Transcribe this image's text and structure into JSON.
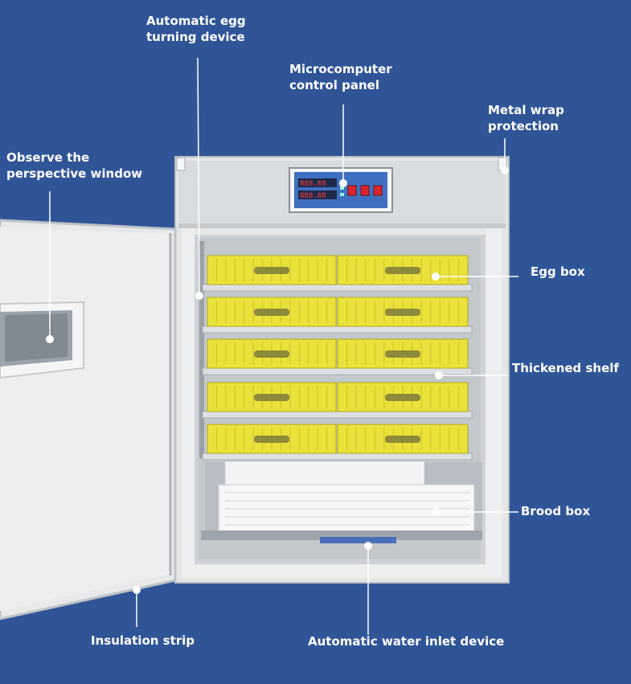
{
  "labels": {
    "egg_turning": [
      "Automatic egg",
      "turning device"
    ],
    "control_panel": [
      "Microcomputer",
      "control panel"
    ],
    "metal_wrap": [
      "Metal wrap",
      "protection"
    ],
    "perspective_window": [
      "Observe the",
      "perspective window"
    ],
    "egg_box": "Egg box",
    "thickened_shelf": "Thickened shelf",
    "brood_box": "Brood box",
    "insulation_strip": "Insulation strip",
    "water_inlet": "Automatic water inlet device"
  },
  "display": {
    "top_readout": "888.88",
    "bottom_readout": "888.88"
  },
  "colors": {
    "background": "#2f5597",
    "tray_yellow": "#e9e23a",
    "cabinet": "#e6e8ea",
    "callout": "#ffffff"
  }
}
